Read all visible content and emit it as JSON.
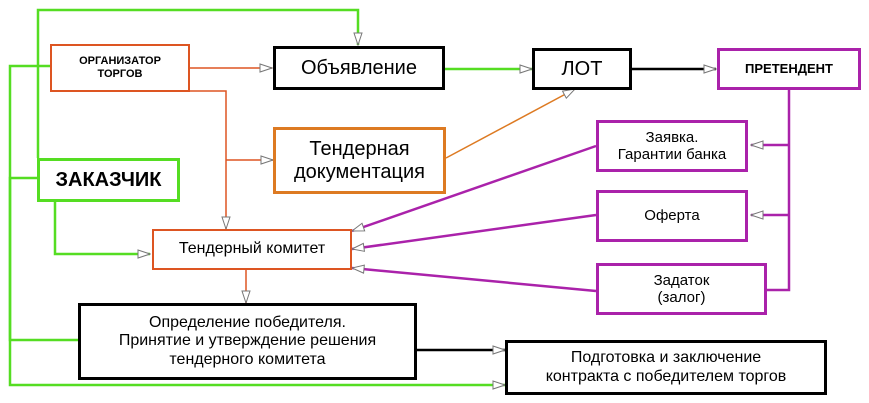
{
  "colors": {
    "green": "#55dd22",
    "orange": "#dd5522",
    "orange_doc": "#dd7a22",
    "purple": "#aa22aa",
    "black": "#000000"
  },
  "nodes": {
    "organizer": "ОРГАНИЗАТОР\nТОРГОВ",
    "announcement": "Объявление",
    "lot": "ЛОТ",
    "applicant": "ПРЕТЕНДЕНТ",
    "customer": "ЗАКАЗЧИК",
    "tender_docs": "Тендерная\nдокументация",
    "application": "Заявка.\nГарантии банка",
    "offer": "Оферта",
    "deposit": "Задаток\n(залог)",
    "committee": "Тендерный комитет",
    "winner": "Определение победителя.\nПринятие и утверждение решения\nтендерного комитета",
    "contract": "Подготовка и заключение\nконтракта с победителем торгов"
  }
}
